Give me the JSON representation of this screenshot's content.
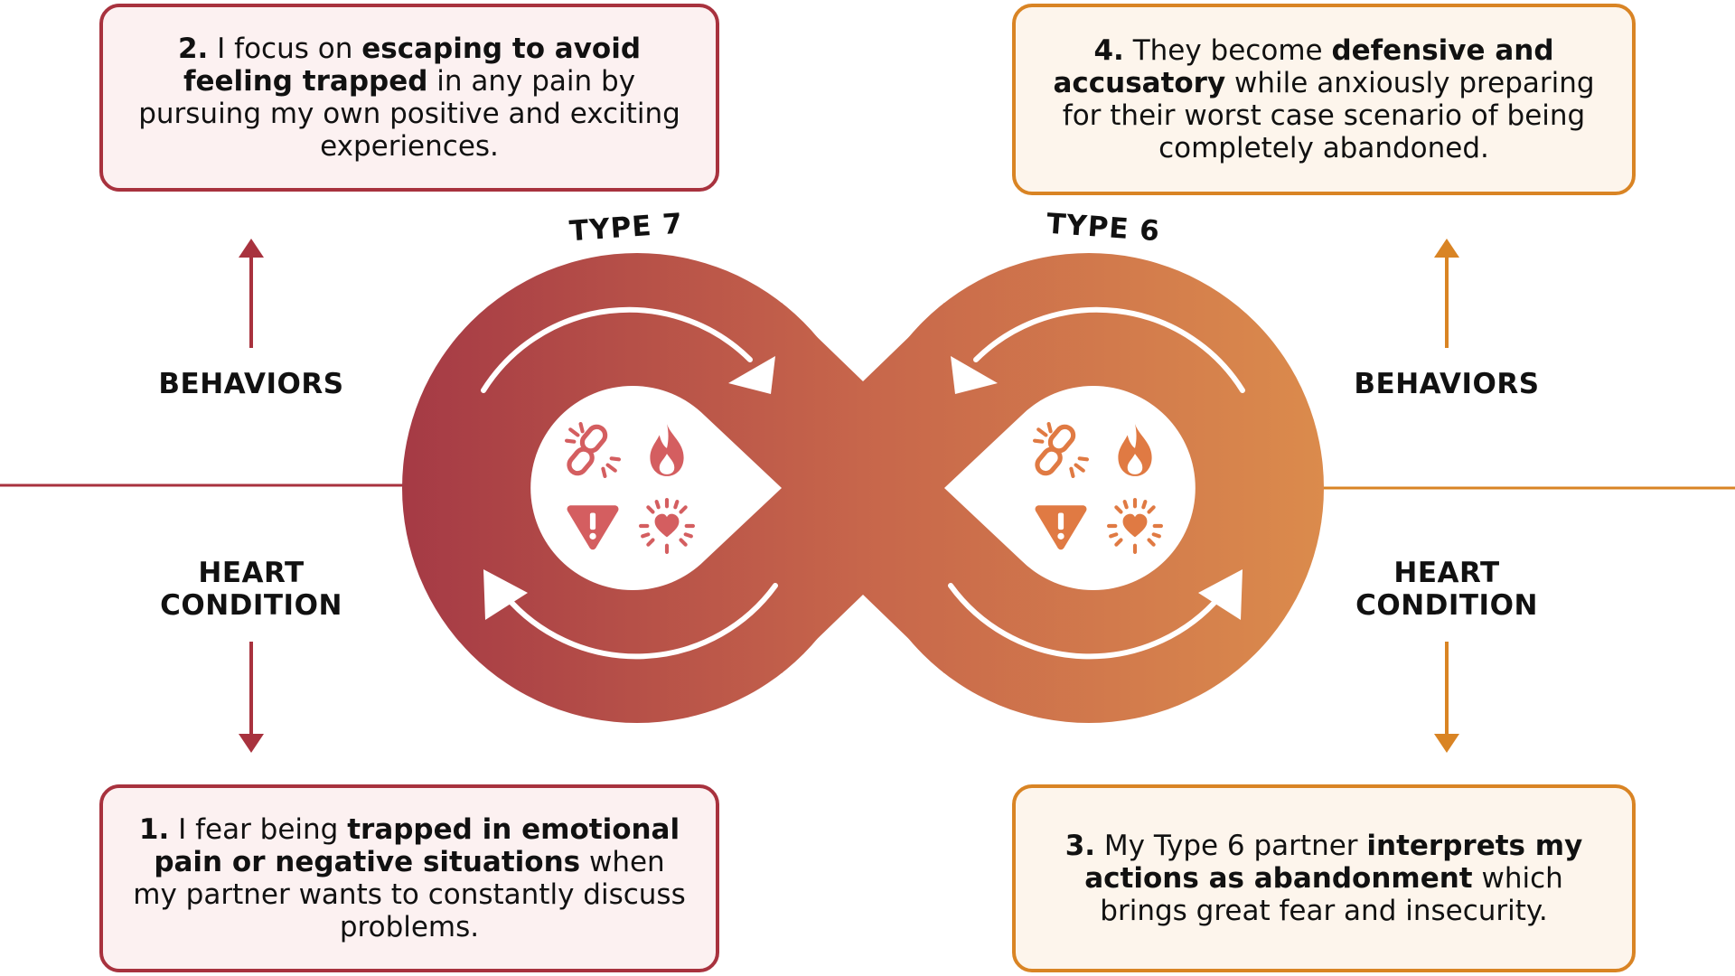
{
  "types": {
    "left": "TYPE 7",
    "right": "TYPE 6"
  },
  "labels": {
    "behaviors_left": "BEHAVIORS",
    "behaviors_right": "BEHAVIORS",
    "heart_left_line1": "HEART",
    "heart_left_line2": "CONDITION",
    "heart_right_line1": "HEART",
    "heart_right_line2": "CONDITION"
  },
  "boxes": {
    "b2": {
      "num": "2.",
      "t1": " I focus on ",
      "bold1": "escaping to avoid feeling trapped",
      "t2": " in any pain by pursuing my own positive and exciting experiences."
    },
    "b4": {
      "num": "4.",
      "t1": " They become ",
      "bold1": "defensive and accusatory",
      "t2": " while anxiously preparing for their worst case scenario of being completely abandoned."
    },
    "b1": {
      "num": "1.",
      "t1": " I fear being ",
      "bold1": "trapped in emotional pain or negative situations",
      "t2": " when my partner wants to constantly discuss problems."
    },
    "b3": {
      "num": "3.",
      "t1": " My Type 6 partner ",
      "bold1": "interprets my actions as abandonment",
      "t2": " which brings great fear and insecurity."
    }
  },
  "icons": [
    "broken-chain-icon",
    "flame-icon",
    "warning-icon",
    "sparkle-heart-icon"
  ],
  "colors": {
    "red": "#a8323e",
    "orange": "#d98424",
    "red_fill": "#fcf1f1",
    "orange_fill": "#fdf5ec"
  }
}
